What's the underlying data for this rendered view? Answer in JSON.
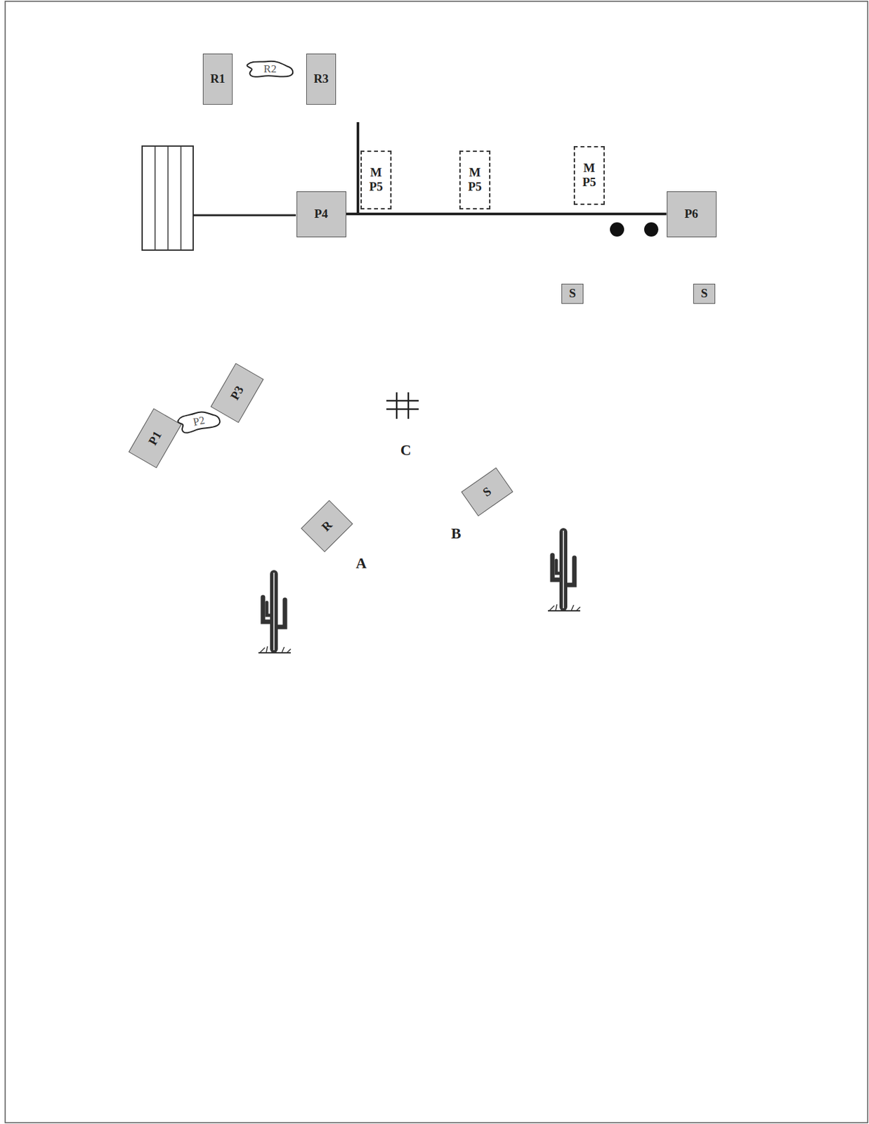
{
  "diagram": {
    "nodes": [
      {
        "text": [
          "R1"
        ]
      },
      {
        "text": [
          "R2"
        ]
      },
      {
        "text": [
          "R3"
        ]
      },
      {
        "text": [
          "P4"
        ]
      },
      {
        "text": [
          "M P5"
        ]
      },
      {
        "text": [
          "M P5"
        ]
      },
      {
        "text": [
          "M P5"
        ]
      },
      {
        "text": [
          "P6"
        ]
      },
      {
        "text": [
          "S"
        ]
      },
      {
        "text": [
          "S"
        ]
      },
      {
        "text": [
          "P1"
        ]
      },
      {
        "text": [
          "P2"
        ]
      },
      {
        "text": [
          "P3"
        ]
      },
      {
        "text": [
          "S"
        ]
      },
      {
        "text": [
          "R"
        ]
      }
    ],
    "edges": [
      {
        "from": 3,
        "to": 7,
        "arrow": "none"
      }
    ],
    "labels": [
      "C",
      "B",
      "A"
    ]
  }
}
